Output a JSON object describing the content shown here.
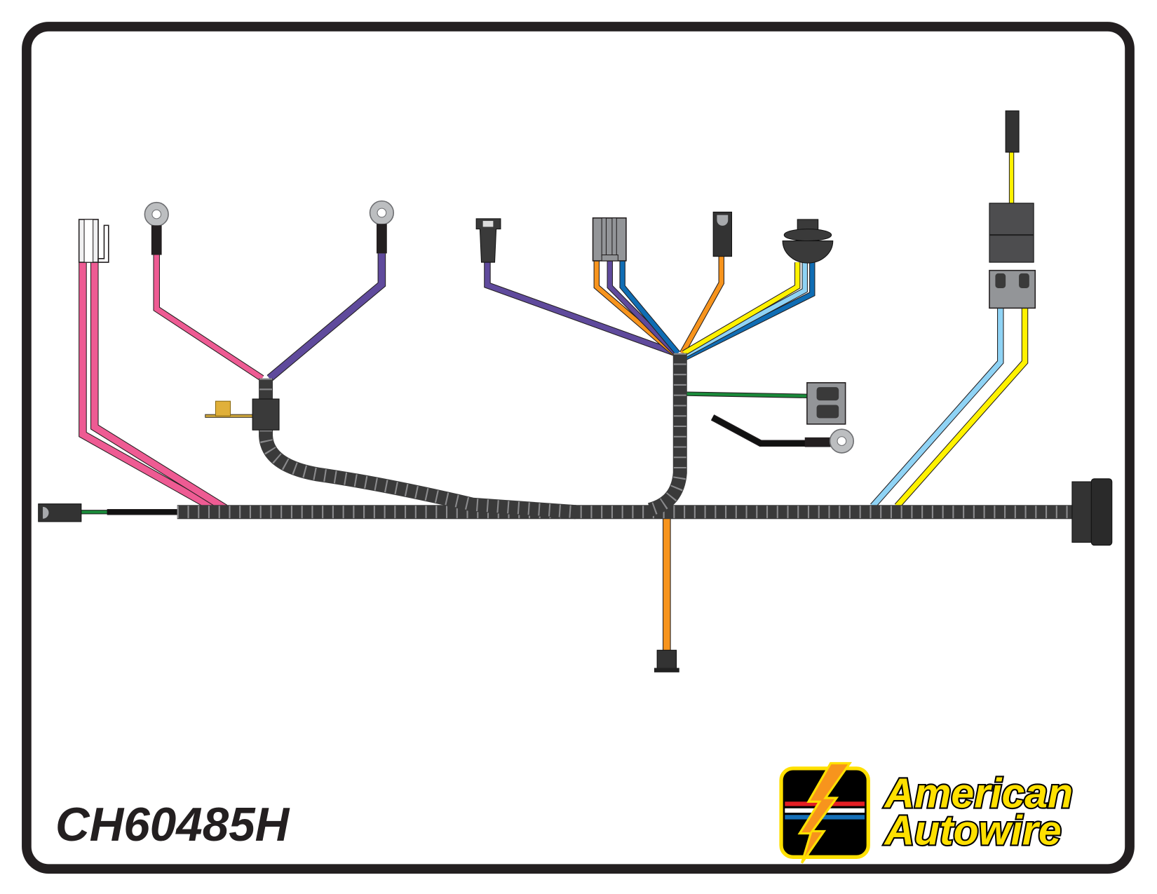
{
  "part_number": "CH60485H",
  "brand": {
    "line1": "American",
    "line2": "Autowire"
  },
  "colors": {
    "pink": "#ee5b93",
    "purple": "#5f4a9c",
    "orange": "#f7941d",
    "blue": "#0f6db4",
    "light_blue": "#8fd3f5",
    "yellow": "#fff200",
    "green": "#1a8a3a",
    "black": "#111111",
    "loom": "#3a3a3a",
    "connector_grey": "#939598",
    "connector_dark": "#333333"
  }
}
